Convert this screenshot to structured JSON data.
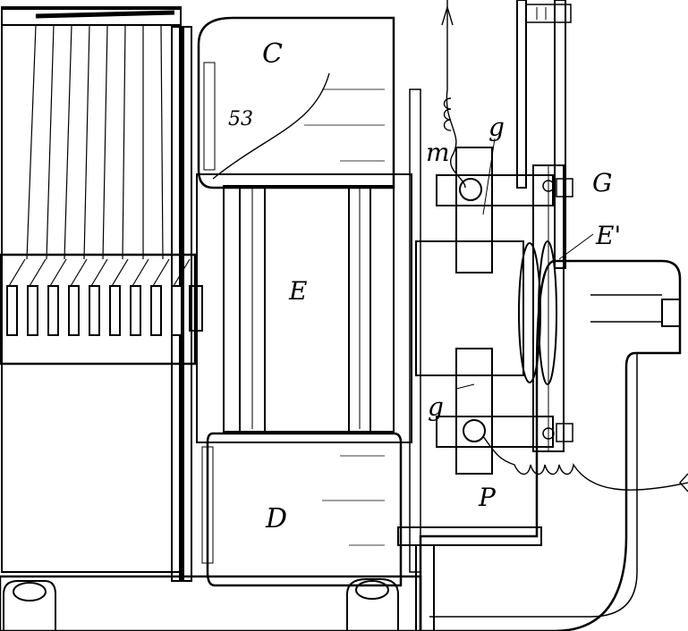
{
  "figure": {
    "labels": {
      "c": "C",
      "d": "D",
      "e": "E",
      "e_prime": "E'",
      "g": "G",
      "g_upper": "g",
      "g_lower": "g",
      "m": "m",
      "p": "P",
      "ref_53": "53"
    },
    "colors": {
      "ink": "#000000",
      "paper": "#ffffff"
    }
  }
}
